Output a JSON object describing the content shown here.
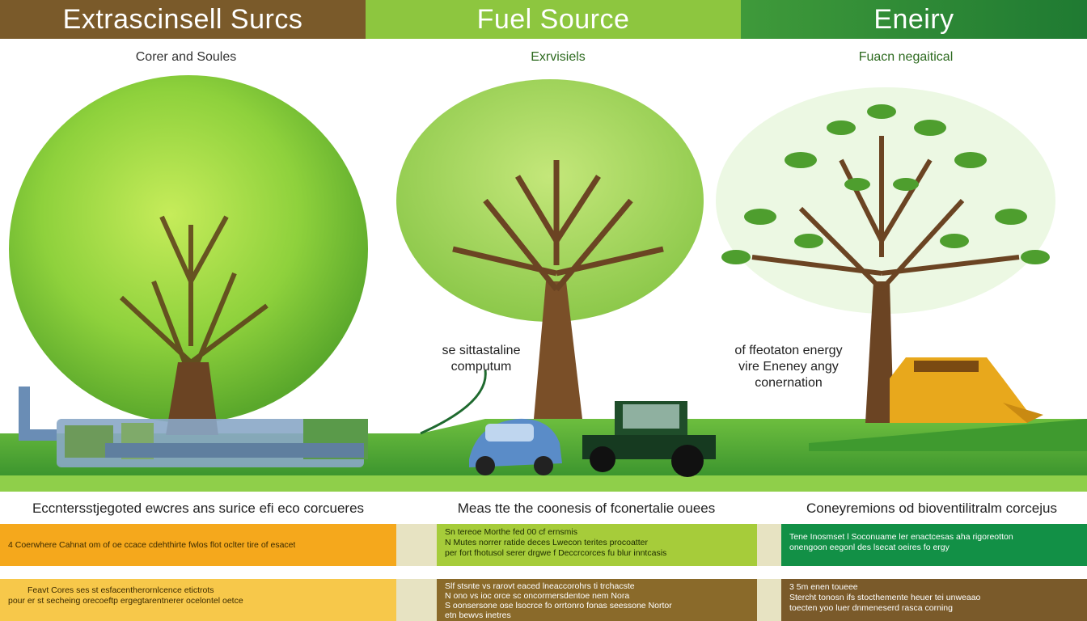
{
  "header": {
    "left_title": "Extrascinsell Surcs",
    "center_title": "Fuel Source",
    "right_title": "Eneiry"
  },
  "subtitles": {
    "left": "Corer and Soules",
    "center": "Exrvisiels",
    "right": "Fuacn negaitical"
  },
  "annotations": {
    "center": [
      "se sittastaline",
      "computum"
    ],
    "right": [
      "of ffeotaton energy",
      "vire Eneney angy",
      "conernation"
    ]
  },
  "captions": {
    "left": "Eccntersstjegoted ewcres ans surice efi eco corcueres",
    "center": "Meas tte the coonesis of fconertalie ouees",
    "right": "Coneyremions od bioventilitralm corcejus"
  },
  "row1": {
    "left": [
      "4 Coerwhere Cahnat om of oe ccace cdehthirte fwlos flot oclter tire of esacet"
    ],
    "center": [
      "Sn tereoe Morthe fed 00 cf ernsmis",
      "N Mutes norrer ratide deces Lwecon terites procoatter",
      "per fort fhotusol serer drgwe f Deccrcorces fu blur inntcasis"
    ],
    "right": [
      "Tene Inosmset l Soconuame ler enactcesas aha rigoreotton",
      "onengoon eegonl des lsecat oeires fo ergy"
    ]
  },
  "row2": {
    "left": [
      "Feavt Cores ses st esfacentherornlcence etictrots",
      "pour er st secheing orecoeftp ergegtarentnerer ocelontel oetce"
    ],
    "center": [
      "Slf stsnte vs rarovt eaced lneaccorohrs ti trchacste",
      "N ono vs ioc orce sc oncormersdentoe nem Nora",
      "S oonsersone ose lsocrce fo orrtonro fonas seessone Nortor",
      "etn bewvs inetres"
    ],
    "right": [
      "3 5m enen toueee",
      "Stercht tonosn ifs stocthemente heuer tei unweaao",
      "toecten yoo luer dnmeneserd rasca corning"
    ]
  },
  "colors": {
    "header_left": "#7a5a2a",
    "header_center": "#8dc63f",
    "header_right": "#2f8a36",
    "bar_orange": "#f5a81c",
    "bar_yellow": "#f7c84a",
    "bar_green": "#a6cc3a",
    "bar_brown": "#8a6a2a",
    "bar_darkgreen": "#129046",
    "bar_tan": "#7a5a2a"
  }
}
